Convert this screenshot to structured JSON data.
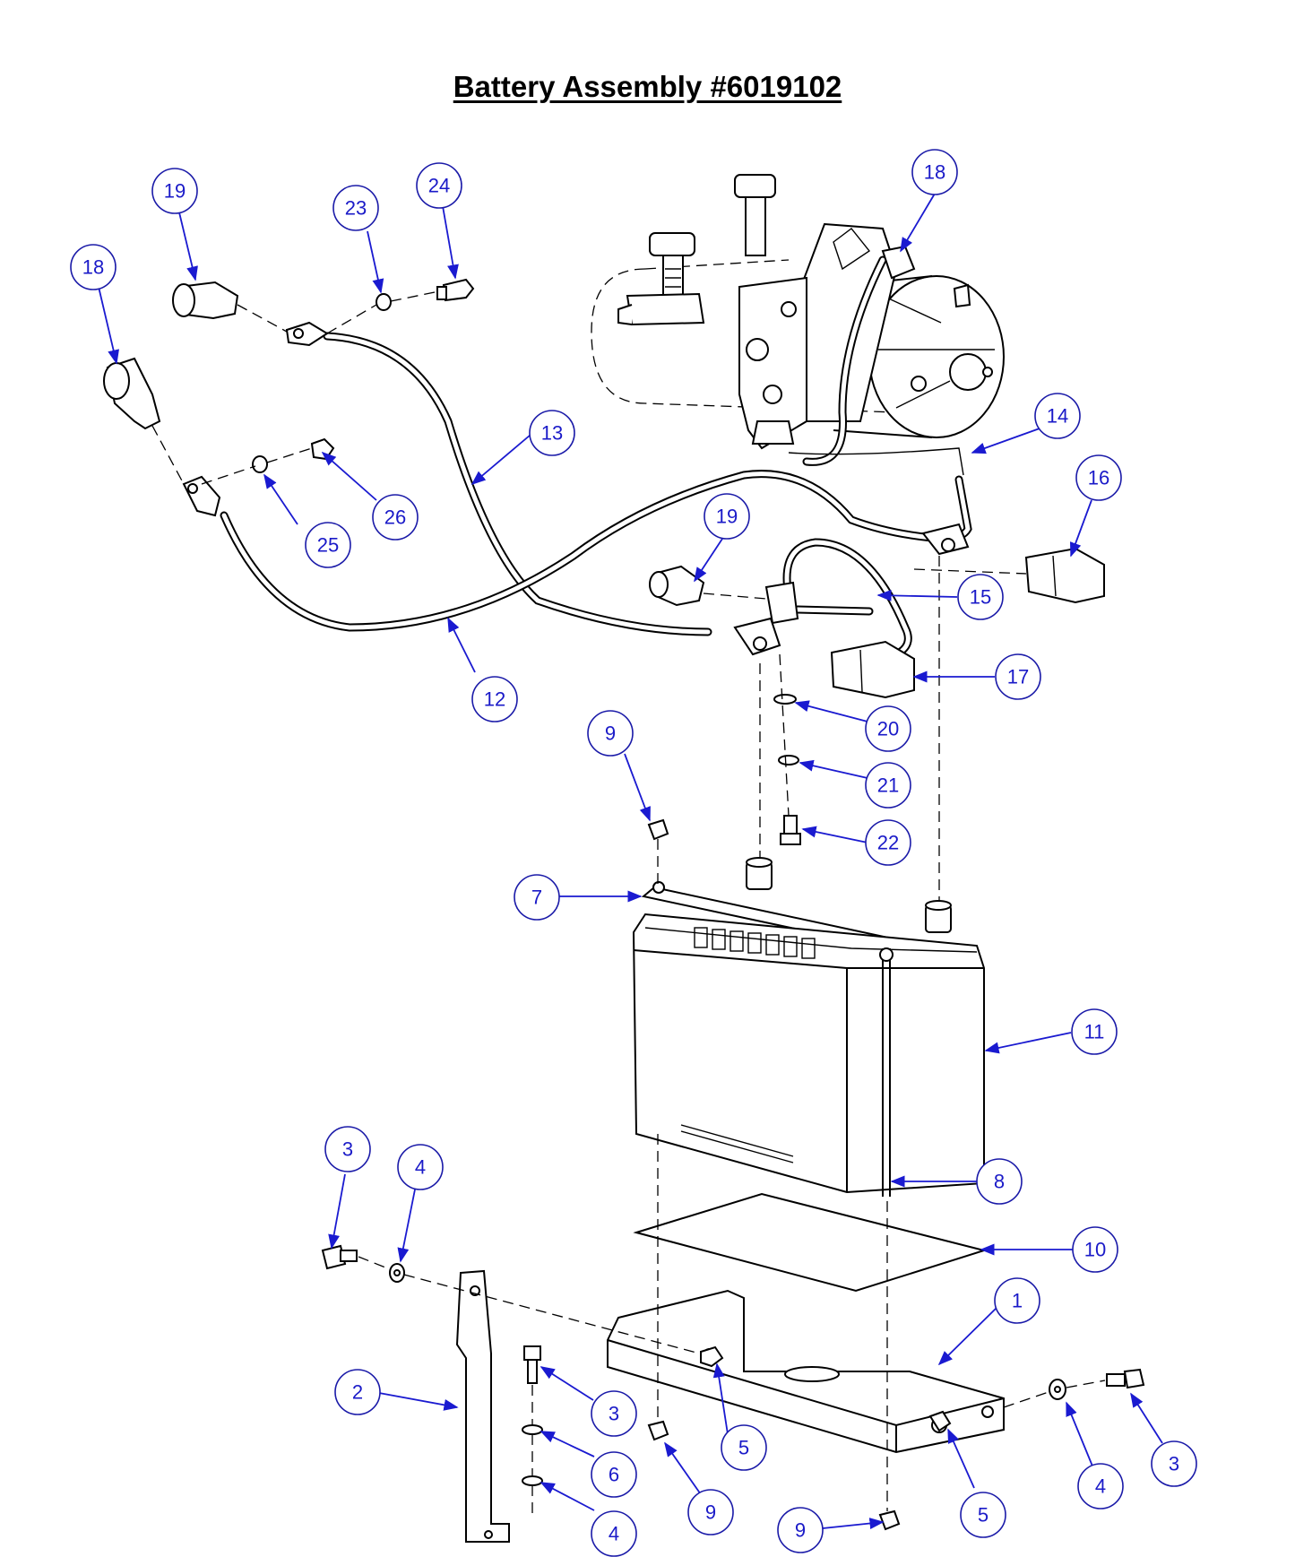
{
  "title": "Battery Assembly #6019102",
  "callouts": [
    {
      "id": "c18a",
      "label": "18"
    },
    {
      "id": "c19a",
      "label": "19"
    },
    {
      "id": "c23",
      "label": "23"
    },
    {
      "id": "c24",
      "label": "24"
    },
    {
      "id": "c18b",
      "label": "18"
    },
    {
      "id": "c13",
      "label": "13"
    },
    {
      "id": "c14",
      "label": "14"
    },
    {
      "id": "c16",
      "label": "16"
    },
    {
      "id": "c25",
      "label": "25"
    },
    {
      "id": "c26",
      "label": "26"
    },
    {
      "id": "c19b",
      "label": "19"
    },
    {
      "id": "c15",
      "label": "15"
    },
    {
      "id": "c17",
      "label": "17"
    },
    {
      "id": "c12",
      "label": "12"
    },
    {
      "id": "c20",
      "label": "20"
    },
    {
      "id": "c9a",
      "label": "9"
    },
    {
      "id": "c21",
      "label": "21"
    },
    {
      "id": "c22",
      "label": "22"
    },
    {
      "id": "c7",
      "label": "7"
    },
    {
      "id": "c11",
      "label": "11"
    },
    {
      "id": "c3a",
      "label": "3"
    },
    {
      "id": "c4a",
      "label": "4"
    },
    {
      "id": "c8",
      "label": "8"
    },
    {
      "id": "c10",
      "label": "10"
    },
    {
      "id": "c1",
      "label": "1"
    },
    {
      "id": "c2",
      "label": "2"
    },
    {
      "id": "c3b",
      "label": "3"
    },
    {
      "id": "c5a",
      "label": "5"
    },
    {
      "id": "c6",
      "label": "6"
    },
    {
      "id": "c9b",
      "label": "9"
    },
    {
      "id": "c4b",
      "label": "4"
    },
    {
      "id": "c3c",
      "label": "3"
    },
    {
      "id": "c5b",
      "label": "5"
    },
    {
      "id": "c9c",
      "label": "9"
    },
    {
      "id": "c4c",
      "label": "4"
    }
  ]
}
